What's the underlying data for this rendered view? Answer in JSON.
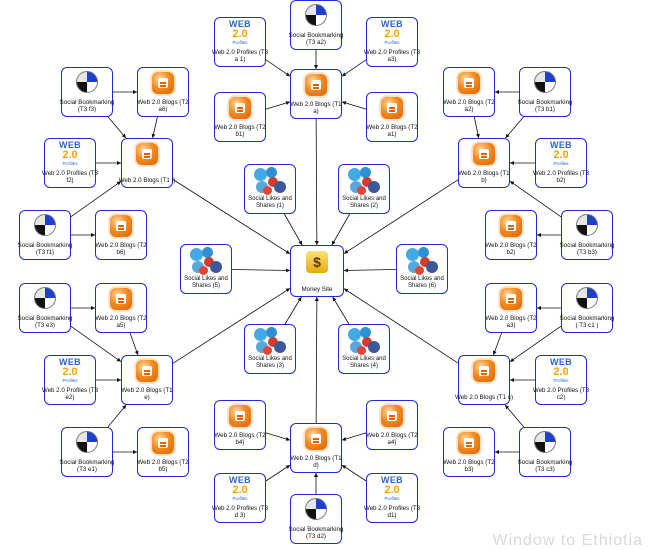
{
  "hub": {
    "id": "money",
    "label": "Money Site",
    "icon": "money-bag-icon"
  },
  "nodes": [
    {
      "id": "t1a",
      "kind": "blog",
      "label": "Web 2.0 Blogs (T1 a)"
    },
    {
      "id": "t1b",
      "kind": "blog",
      "label": "Web 2.0 Blogs (T1 b)"
    },
    {
      "id": "t1c",
      "kind": "blog",
      "label": "Web 2.0 Blogs (T1 c)"
    },
    {
      "id": "t1d",
      "kind": "blog",
      "label": "Web 2.0 Blogs (T1 d)"
    },
    {
      "id": "t1e",
      "kind": "blog",
      "label": "Web 2.0 Blogs (T1 e)"
    },
    {
      "id": "t1f",
      "kind": "blog",
      "label": "Web 2.0 Blogs (T1 f)"
    },
    {
      "id": "t2a1",
      "kind": "blog",
      "label": "Web 2.0 Blogs (T2 a1)"
    },
    {
      "id": "t2b1",
      "kind": "blog",
      "label": "Web 2.0 Blogs (T2 b1)"
    },
    {
      "id": "t3a1",
      "kind": "web",
      "label": "Web 2.0 Profiles (T3 a 1)"
    },
    {
      "id": "t3a2",
      "kind": "bm",
      "label": "Social Bookmarking (T3 a2)"
    },
    {
      "id": "t3a3",
      "kind": "web",
      "label": "Web 2.0 Profiles (T3 a3)"
    },
    {
      "id": "t2a2",
      "kind": "blog",
      "label": "Web 2.0 Blogs (T2 a2)"
    },
    {
      "id": "t3b1",
      "kind": "bm",
      "label": "Social Bookmarking (T3 b1)"
    },
    {
      "id": "t3b2",
      "kind": "web",
      "label": "Web 2.0 Profiles (T3 b2)"
    },
    {
      "id": "t2b2",
      "kind": "blog",
      "label": "Web 2.0 Blogs (T2 b2)"
    },
    {
      "id": "t3b3",
      "kind": "bm",
      "label": "Social Bookmarking (T3 b3)"
    },
    {
      "id": "t2a3",
      "kind": "blog",
      "label": "Web 2.0 Blogs (T2 a3)"
    },
    {
      "id": "t3c1",
      "kind": "bm",
      "label": "Social Bookmarking ( T3 c1 )"
    },
    {
      "id": "t3c2",
      "kind": "web",
      "label": "Web 2.0 Profiles (T3 c2)"
    },
    {
      "id": "t2b3",
      "kind": "blog",
      "label": "Web 2.0 Blogs (T2 b3)"
    },
    {
      "id": "t3c3",
      "kind": "bm",
      "label": "Social Bookmarking (T3 c3)"
    },
    {
      "id": "t2b4",
      "kind": "blog",
      "label": "Web 2.0 Blogs (T2 b4)"
    },
    {
      "id": "t2a4",
      "kind": "blog",
      "label": "Web 2.0 Blogs (T2 a4)"
    },
    {
      "id": "t3d3",
      "kind": "web",
      "label": "Web 2.0 Profiles (T3 d 3)"
    },
    {
      "id": "t3d2",
      "kind": "bm",
      "label": "Social Bookmarking (T3 d2)"
    },
    {
      "id": "t3d1",
      "kind": "web",
      "label": "Web 2.0 Profiles (T3 d1)"
    },
    {
      "id": "t3e3",
      "kind": "bm",
      "label": "Social Bookmarking (T3 e3)"
    },
    {
      "id": "t2a5",
      "kind": "blog",
      "label": "Web 2.0 Blogs (T2 a5)"
    },
    {
      "id": "t3e2",
      "kind": "web",
      "label": "Web 2.0 Profiles (T3 e2)"
    },
    {
      "id": "t3e1",
      "kind": "bm",
      "label": "Social Bookmarking (T3 e1)"
    },
    {
      "id": "t2b5",
      "kind": "blog",
      "label": "Web 2.0 Blogs (T2 b5)"
    },
    {
      "id": "t3f3",
      "kind": "bm",
      "label": "Social Bookmarking (T3 f3)"
    },
    {
      "id": "t2a6",
      "kind": "blog",
      "label": "Web 2.0 Blogs (T2 a6)"
    },
    {
      "id": "t3f2",
      "kind": "web",
      "label": "Web 2.0 Profiles (T3 f2)"
    },
    {
      "id": "t3f1",
      "kind": "bm",
      "label": "Social Bookmarking (T3 f1)"
    },
    {
      "id": "t2b6",
      "kind": "blog",
      "label": "Web 2.0 Blogs (T2 b6)"
    },
    {
      "id": "s1",
      "kind": "social",
      "label": "Social Likes and Shares (1)"
    },
    {
      "id": "s2",
      "kind": "social",
      "label": "Social Likes and Shares (2)"
    },
    {
      "id": "s3",
      "kind": "social",
      "label": "Social Likes and Shares (3)"
    },
    {
      "id": "s4",
      "kind": "social",
      "label": "Social Likes and Shares (4)"
    },
    {
      "id": "s5",
      "kind": "social",
      "label": "Social Likes and Shares (5)"
    },
    {
      "id": "s6",
      "kind": "social",
      "label": "Social Likes and Shares (6)"
    }
  ],
  "edges": [
    [
      "t1a",
      "money"
    ],
    [
      "t1b",
      "money"
    ],
    [
      "t1c",
      "money"
    ],
    [
      "t1d",
      "money"
    ],
    [
      "t1e",
      "money"
    ],
    [
      "t1f",
      "money"
    ],
    [
      "s1",
      "money"
    ],
    [
      "s2",
      "money"
    ],
    [
      "s3",
      "money"
    ],
    [
      "s4",
      "money"
    ],
    [
      "s5",
      "money"
    ],
    [
      "s6",
      "money"
    ],
    [
      "t3a1",
      "t1a"
    ],
    [
      "t3a2",
      "t1a"
    ],
    [
      "t3a3",
      "t1a"
    ],
    [
      "t2b1",
      "t1a"
    ],
    [
      "t2a1",
      "t1a"
    ],
    [
      "t3b1",
      "t2a2"
    ],
    [
      "t2a2",
      "t1b"
    ],
    [
      "t3b1",
      "t1b"
    ],
    [
      "t3b2",
      "t1b"
    ],
    [
      "t3b3",
      "t1b"
    ],
    [
      "t3b3",
      "t2b2"
    ],
    [
      "t3c1",
      "t2a3"
    ],
    [
      "t2a3",
      "t1c"
    ],
    [
      "t3c1",
      "t1c"
    ],
    [
      "t3c2",
      "t1c"
    ],
    [
      "t3c3",
      "t1c"
    ],
    [
      "t3c3",
      "t2b3"
    ],
    [
      "t2b4",
      "t1d"
    ],
    [
      "t2a4",
      "t1d"
    ],
    [
      "t3d3",
      "t1d"
    ],
    [
      "t3d2",
      "t1d"
    ],
    [
      "t3d1",
      "t1d"
    ],
    [
      "t3e3",
      "t2a5"
    ],
    [
      "t3e3",
      "t1e"
    ],
    [
      "t2a5",
      "t1e"
    ],
    [
      "t3e2",
      "t1e"
    ],
    [
      "t3e1",
      "t1e"
    ],
    [
      "t3e1",
      "t2b5"
    ],
    [
      "t3f3",
      "t2a6"
    ],
    [
      "t3f3",
      "t1f"
    ],
    [
      "t2a6",
      "t1f"
    ],
    [
      "t3f2",
      "t1f"
    ],
    [
      "t3f1",
      "t1f"
    ],
    [
      "t3f1",
      "t2b6"
    ]
  ],
  "watermark": "Window to Ethiotia"
}
